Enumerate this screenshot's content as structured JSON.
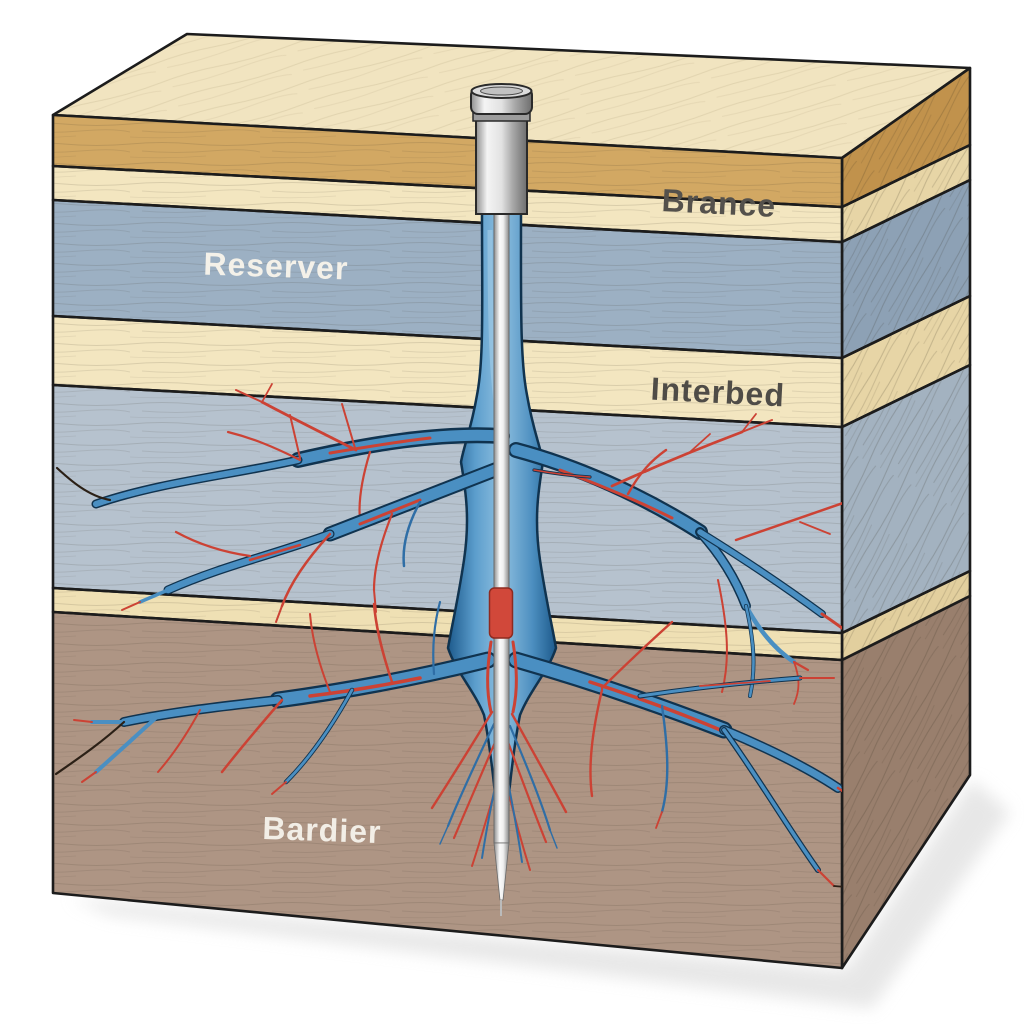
{
  "diagram": {
    "kind": "geological cross-section block with fractured well",
    "labels": {
      "top_layer": "Brance",
      "reservoir": "Reserver",
      "interbed": "Interbed",
      "barrier": "Bardier"
    },
    "colors": {
      "background": "#ffffff",
      "sandstone_tan": "#d2a863",
      "cream_rock": "#f3e6c0",
      "reservoir_blue": "#9cb0c3",
      "fractured_blue_gray": "#b6c2ce",
      "barrier_brown": "#ae9584",
      "fracture_blue": "#4a8fc2",
      "fracture_red": "#cc4234",
      "well_sleeve_red": "#d1483a",
      "wellhead_metal": "#bfbfbf",
      "outline": "#1c1c1c",
      "label_dark": "#54514c",
      "label_light": "#f4f1e9"
    }
  }
}
